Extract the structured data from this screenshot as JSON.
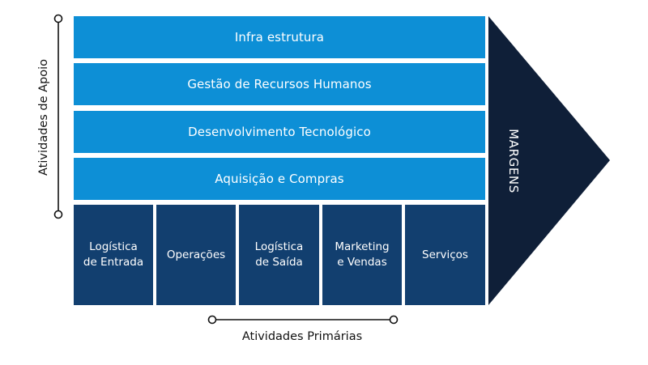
{
  "support_activities": {
    "label": "Atividades de Apoio",
    "items": [
      "Infra estrutura",
      "Gestão de Recursos Humanos",
      "Desenvolvimento Tecnológico",
      "Aquisição e Compras"
    ]
  },
  "primary_activities": {
    "label": "Atividades Primárias",
    "items": [
      "Logística\nde Entrada",
      "Operações",
      "Logística\nde Saída",
      "Marketing\ne Vendas",
      "Serviços"
    ]
  },
  "margins": {
    "label": "MARGENS"
  },
  "colors": {
    "support": "#0d8fd6",
    "primary": "#123f6f",
    "margins": "#0f1f38"
  }
}
